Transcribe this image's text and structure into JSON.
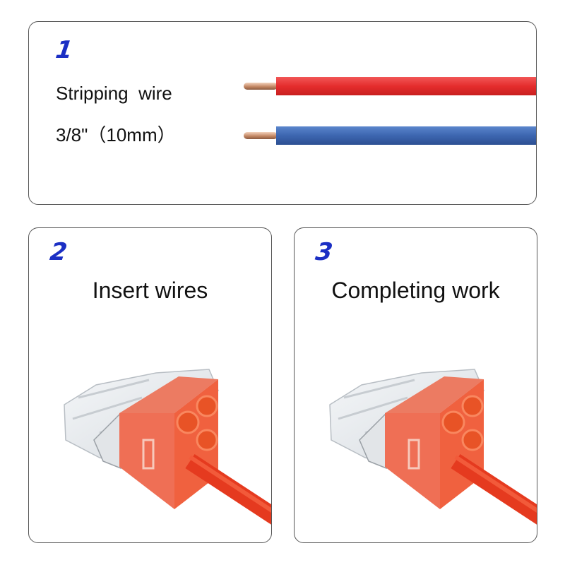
{
  "steps": [
    {
      "number": "1",
      "line1": "Stripping  wire",
      "line2": "3/8\"（10mm）"
    },
    {
      "number": "2",
      "title": "Insert wires"
    },
    {
      "number": "3",
      "title": "Completing work"
    }
  ],
  "colors": {
    "step_number": "#1b2fc4",
    "red_wire": "#e52d2d",
    "blue_wire": "#3d66b0",
    "connector_orange": "#f26a4f"
  }
}
